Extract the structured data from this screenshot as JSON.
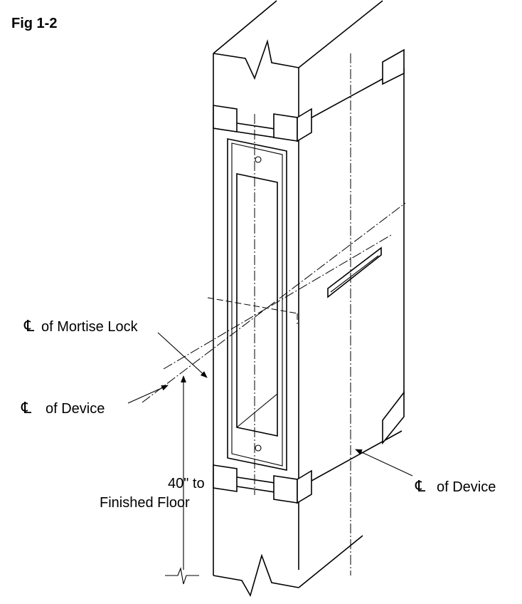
{
  "figure": {
    "title": "Fig 1-2"
  },
  "symbols": {
    "centerline": "℄"
  },
  "callouts": {
    "mortise_lock": "of Mortise Lock",
    "device_left": "of Device",
    "device_right": "of Device",
    "floor_line1": "40\" to",
    "floor_line2": "Finished Floor"
  }
}
